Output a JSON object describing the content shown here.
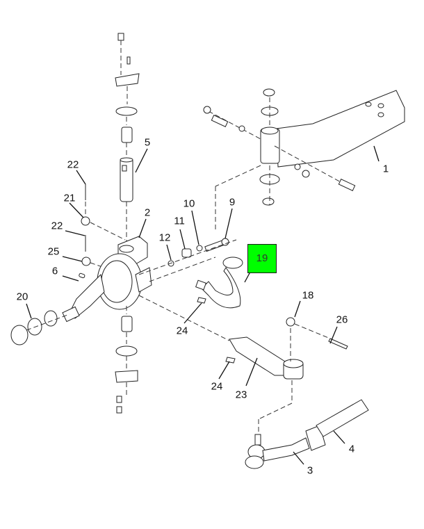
{
  "diagram": {
    "title": "Steering knuckle and tie rod assembly exploded view",
    "highlight_color": "#00ff00",
    "highlighted_callout": "19",
    "callouts": [
      {
        "id": "1",
        "label": "1"
      },
      {
        "id": "2",
        "label": "2"
      },
      {
        "id": "3",
        "label": "3"
      },
      {
        "id": "4",
        "label": "4"
      },
      {
        "id": "5",
        "label": "5"
      },
      {
        "id": "6",
        "label": "6"
      },
      {
        "id": "9",
        "label": "9"
      },
      {
        "id": "10",
        "label": "10"
      },
      {
        "id": "11",
        "label": "11"
      },
      {
        "id": "12",
        "label": "12"
      },
      {
        "id": "18",
        "label": "18"
      },
      {
        "id": "19",
        "label": "19"
      },
      {
        "id": "20",
        "label": "20"
      },
      {
        "id": "21",
        "label": "21"
      },
      {
        "id": "22a",
        "label": "22"
      },
      {
        "id": "22b",
        "label": "22"
      },
      {
        "id": "23",
        "label": "23"
      },
      {
        "id": "24a",
        "label": "24"
      },
      {
        "id": "24b",
        "label": "24"
      },
      {
        "id": "25",
        "label": "25"
      },
      {
        "id": "26",
        "label": "26"
      }
    ],
    "parts": [
      {
        "name": "axle-beam"
      },
      {
        "name": "steering-knuckle"
      },
      {
        "name": "tie-rod-end"
      },
      {
        "name": "tie-rod-tube"
      },
      {
        "name": "king-pin"
      },
      {
        "name": "steering-arm"
      },
      {
        "name": "cross-arm"
      }
    ]
  }
}
